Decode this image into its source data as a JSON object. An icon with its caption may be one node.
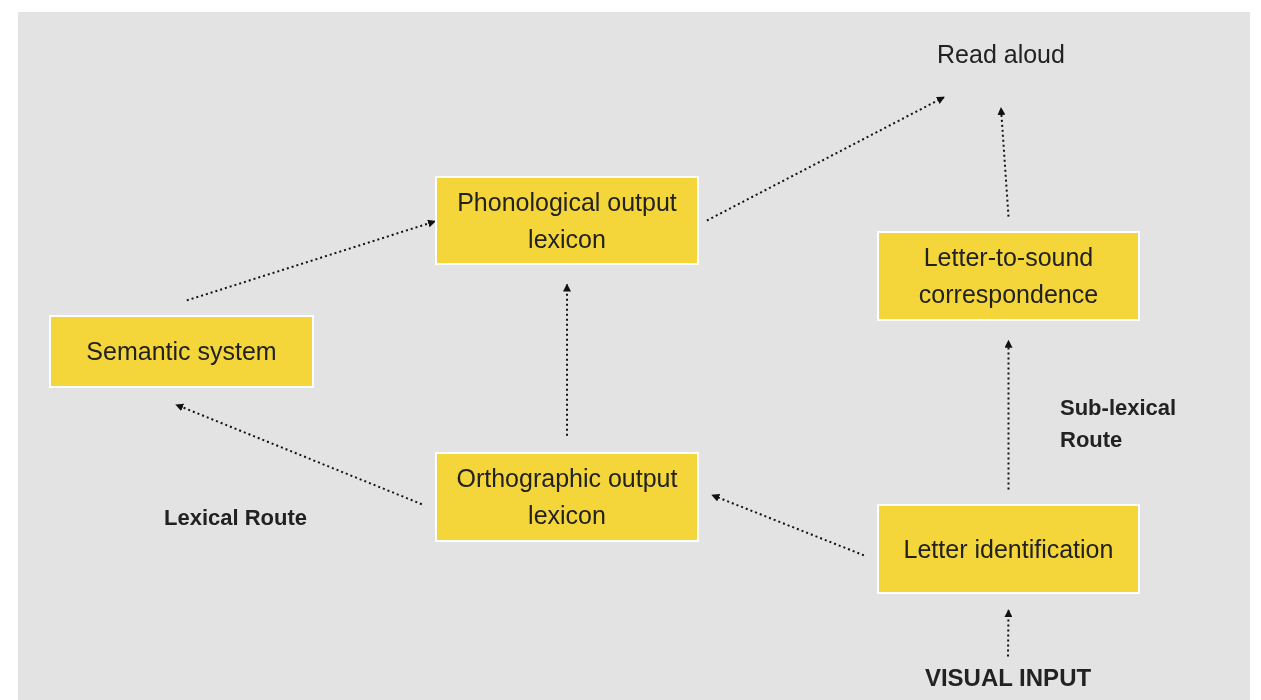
{
  "diagram": {
    "nodes": [
      {
        "text": [
          "Semantic system"
        ]
      },
      {
        "text": [
          "Phonological output lexicon"
        ]
      },
      {
        "text": [
          "Orthographic output lexicon"
        ]
      },
      {
        "text": [
          "Letter-to-sound correspondence"
        ]
      },
      {
        "text": [
          "Letter identification"
        ]
      },
      {
        "text": [
          "Read aloud"
        ]
      },
      {
        "text": [
          "VISUAL INPUT"
        ]
      }
    ],
    "edges": [
      {
        "from": 0,
        "to": 1,
        "arrow": "to",
        "style": "dashed"
      },
      {
        "from": 1,
        "to": 5,
        "arrow": "to",
        "style": "dashed"
      },
      {
        "from": 2,
        "to": 1,
        "arrow": "to",
        "style": "dashed"
      },
      {
        "from": 2,
        "to": 0,
        "arrow": "to",
        "style": "dashed"
      },
      {
        "from": 4,
        "to": 2,
        "arrow": "to",
        "style": "dashed"
      },
      {
        "from": 4,
        "to": 3,
        "arrow": "to",
        "style": "dashed"
      },
      {
        "from": 3,
        "to": 5,
        "arrow": "to",
        "style": "dashed"
      },
      {
        "from": 6,
        "to": 4,
        "arrow": "to",
        "style": "dashed"
      }
    ],
    "labels": [
      "Lexical Route",
      "Sub-lexical Route"
    ]
  }
}
